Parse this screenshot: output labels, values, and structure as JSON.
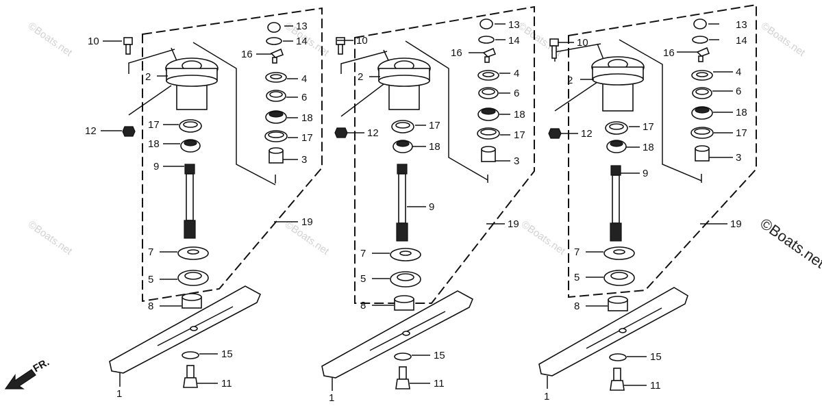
{
  "watermark": "©Boats.net",
  "front_marker": "FR.",
  "assemblies": [
    {
      "id": "a",
      "labels": [
        "13",
        "14",
        "10",
        "16",
        "2",
        "4",
        "6",
        "18",
        "12",
        "17",
        "17",
        "18",
        "3",
        "9",
        "19",
        "7",
        "5",
        "8",
        "15",
        "11",
        "1"
      ]
    },
    {
      "id": "b",
      "labels": [
        "13",
        "14",
        "10",
        "16",
        "2",
        "4",
        "6",
        "18",
        "12",
        "17",
        "17",
        "18",
        "3",
        "9",
        "19",
        "7",
        "5",
        "8",
        "15",
        "11",
        "1"
      ]
    },
    {
      "id": "c",
      "labels": [
        "13",
        "14",
        "10",
        "16",
        "2",
        "4",
        "6",
        "18",
        "12",
        "17",
        "17",
        "18",
        "3",
        "9",
        "19",
        "7",
        "5",
        "8",
        "15",
        "11",
        "1"
      ]
    }
  ]
}
